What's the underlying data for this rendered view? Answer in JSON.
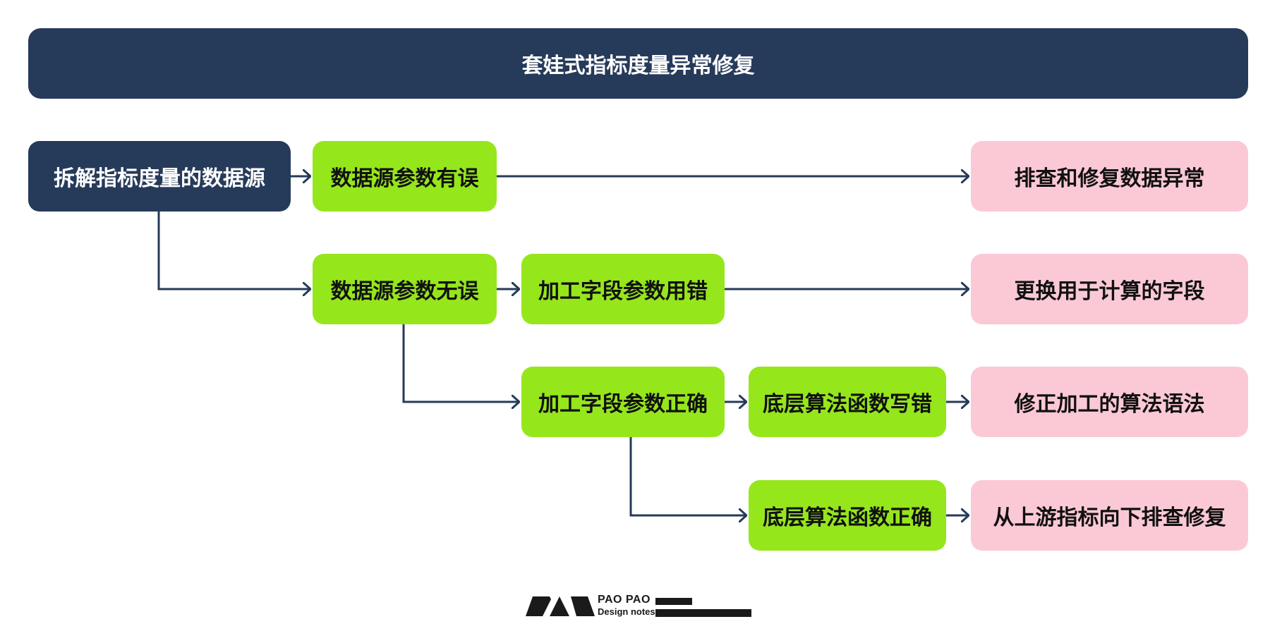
{
  "title": "套娃式指标度量异常修复",
  "nodes": {
    "root": "拆解指标度量的数据源",
    "source_error": "数据源参数有误",
    "source_ok": "数据源参数无误",
    "field_error": "加工字段参数用错",
    "field_ok": "加工字段参数正确",
    "algo_error": "底层算法函数写错",
    "algo_ok": "底层算法函数正确"
  },
  "actions": {
    "fix_data": "排查和修复数据异常",
    "replace_field": "更换用于计算的字段",
    "fix_syntax": "修正加工的算法语法",
    "upstream": "从上游指标向下排查修复"
  },
  "logo": {
    "name": "PAO PAO",
    "subtitle": "Design notes"
  },
  "colors": {
    "dark": "#263a5a",
    "green": "#96e61c",
    "pink": "#fbc9d6",
    "connector": "#263a5a"
  }
}
